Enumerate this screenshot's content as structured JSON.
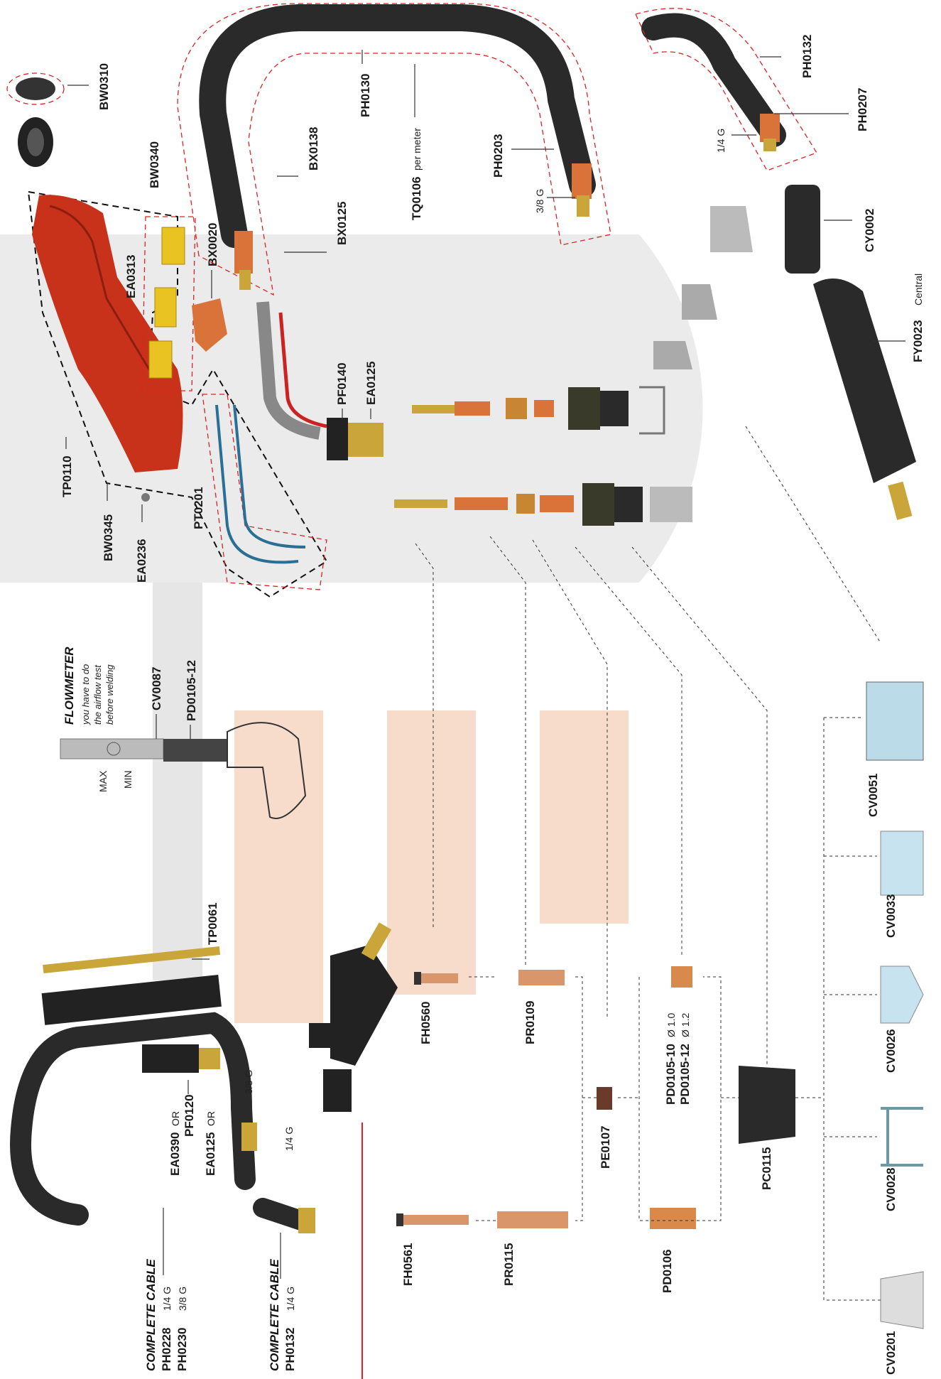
{
  "labels": {
    "BW0310": "BW0310",
    "BW0340": "BW0340",
    "EA0313": "EA0313",
    "BX0020": "BX0020",
    "TP0110": "TP0110",
    "BW0345": "BW0345",
    "EA0236": "EA0236",
    "PT0201": "PT0201",
    "PF0140": "PF0140",
    "EA0125_top": "EA0125",
    "BX0138": "BX0138",
    "BX0125": "BX0125",
    "PH0130": "PH0130",
    "TQ0106": "TQ0106",
    "TQ0106_suffix": "per meter",
    "PH0203": "PH0203",
    "g38_top": "3/8 G",
    "PH0132_top": "PH0132",
    "PH0207": "PH0207",
    "g14_top": "1/4 G",
    "CY0002": "CY0002",
    "FY0023": "FY0023",
    "FY0023_suffix": "Central",
    "flowmeter": "FLOWMETER",
    "flow_note_1": "you have to do",
    "flow_note_2": "the airflow test",
    "flow_note_3": "before welding",
    "CV0087": "CV0087",
    "PD0105_12_top": "PD0105-12",
    "max": "MAX",
    "min": "MIN",
    "TP0061": "TP0061",
    "EA0390": "EA0390",
    "or1": "OR",
    "PF0120": "PF0120",
    "EA0125_mid": "EA0125",
    "or2": "OR",
    "g38_mid": "3/8 G",
    "g14_mid": "1/4 G",
    "complete_cable_1": "COMPLETE CABLE",
    "PH0228": "PH0228",
    "PH0228_g": "1/4 G",
    "PH0230": "PH0230",
    "PH0230_g": "3/8 G",
    "complete_cable_2": "COMPLETE CABLE",
    "PH0132_bottom": "PH0132",
    "PH0132_bottom_g": "1/4 G",
    "FH0560": "FH0560",
    "FH0561": "FH0561",
    "PR0109": "PR0109",
    "PR0115": "PR0115",
    "PE0107": "PE0107",
    "PD0105_10": "PD0105-10",
    "PD0105_10_d": "Ø 1.0",
    "PD0105_12": "PD0105-12",
    "PD0105_12_d": "Ø 1.2",
    "PD0106": "PD0106",
    "PC0115": "PC0115",
    "CV0051": "CV0051",
    "CV0033": "CV0033",
    "CV0026": "CV0026",
    "CV0028": "CV0028",
    "CV0201": "CV0201"
  },
  "colors": {
    "accent_red": "#d22222",
    "handle_red": "#c8321a",
    "cable_black": "#2a2a2a",
    "brass": "#c9a53a",
    "copper": "#d9733a",
    "background_watermark_gray": "#e4e4e4",
    "background_watermark_peach": "#f7d9c8"
  }
}
